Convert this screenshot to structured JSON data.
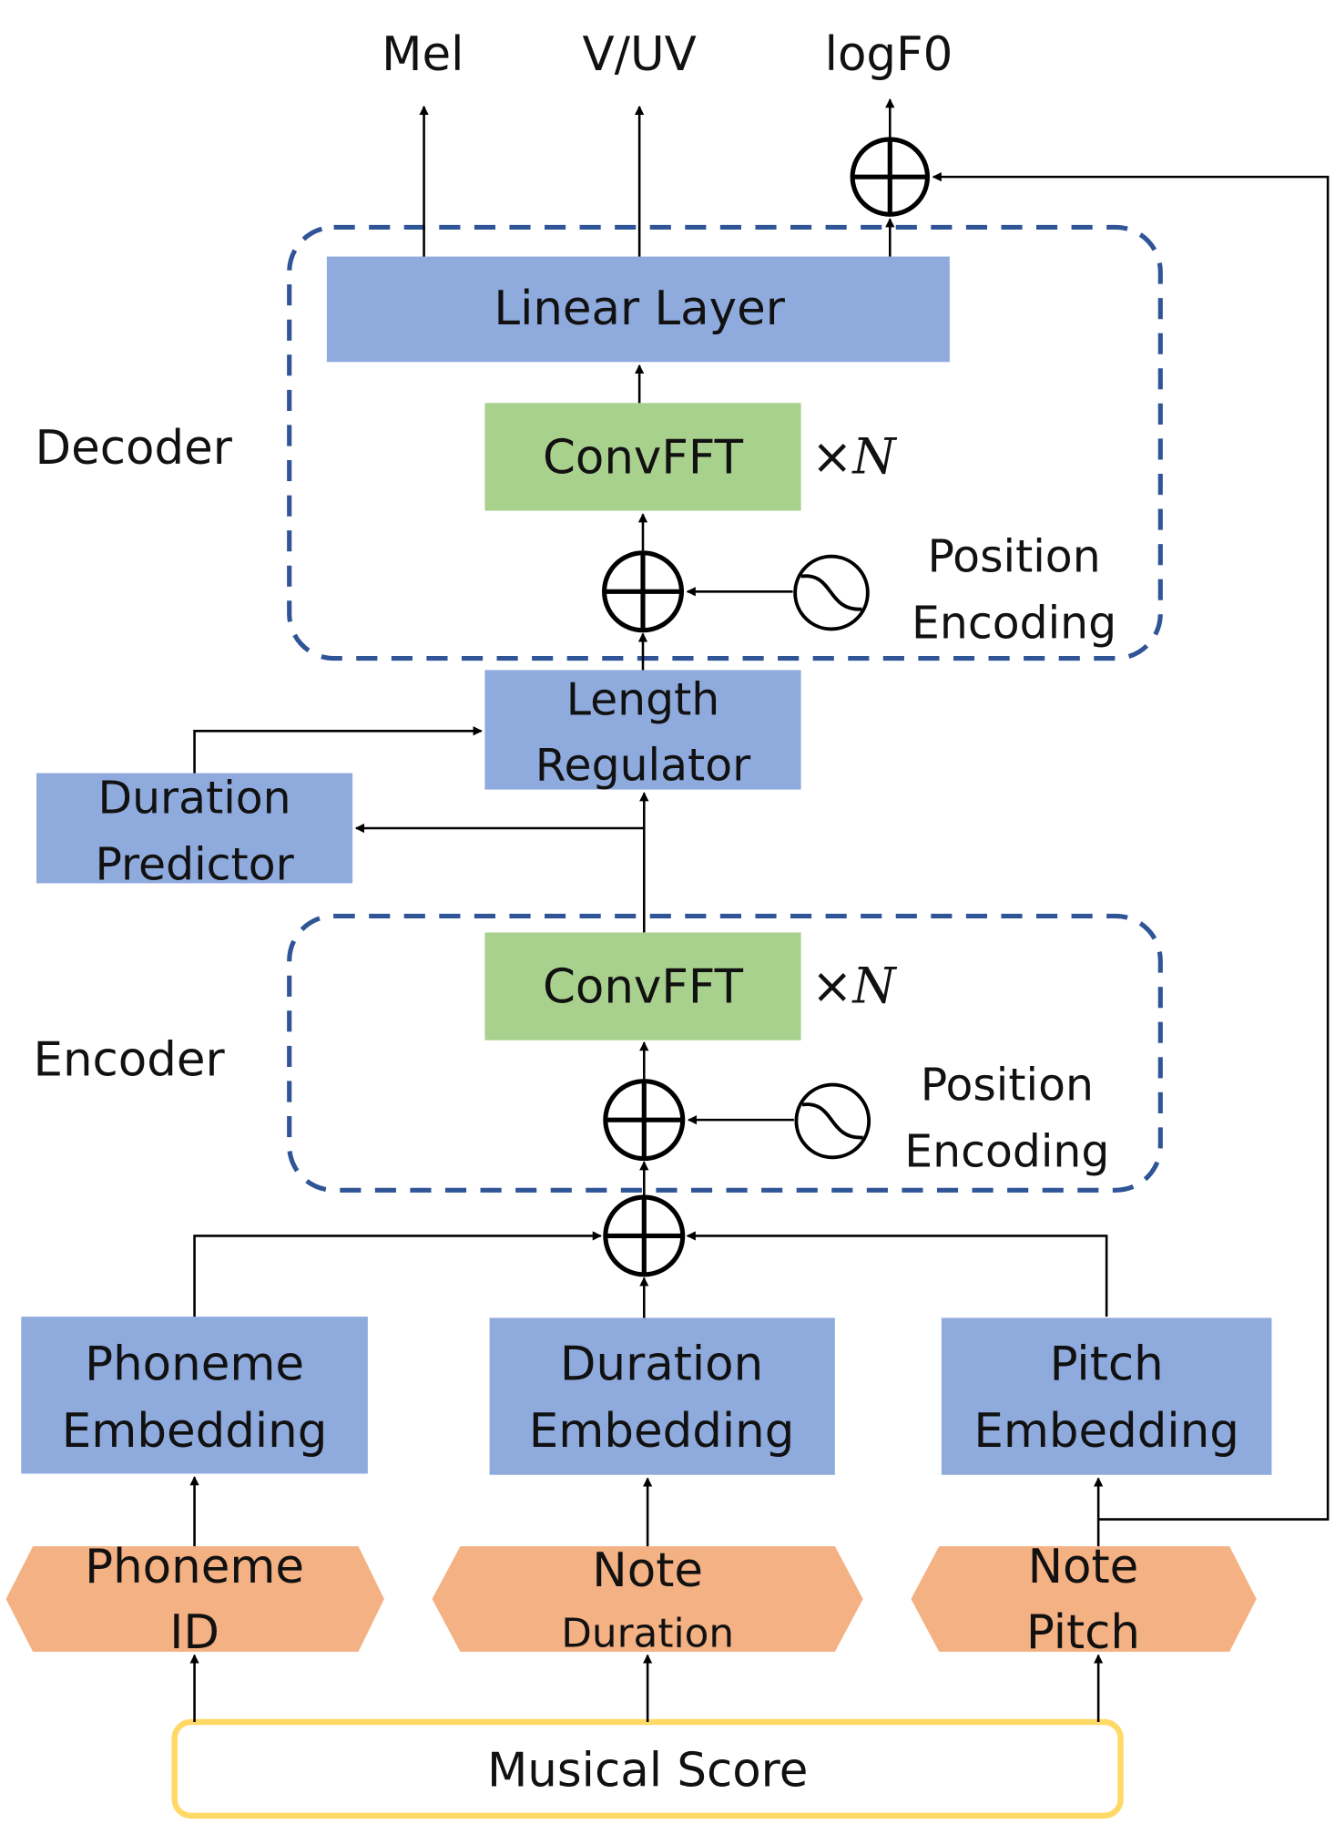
{
  "colors": {
    "blue_block": "#8faadc",
    "green_block": "#a9d18e",
    "orange_input": "#f4b183",
    "score_border": "#ffd966",
    "dashed_group": "#2f5597",
    "arrow": "#000000"
  },
  "outputs": {
    "mel": "Mel",
    "vuv": "V/UV",
    "logf0": "logF0"
  },
  "decoder": {
    "label": "Decoder",
    "linear_layer": "Linear Layer",
    "convfft": "ConvFFT",
    "repeat_symbol": "×",
    "repeat_var": "N",
    "position_encoding_line1": "Position",
    "position_encoding_line2": "Encoding"
  },
  "length_regulator": {
    "line1": "Length",
    "line2": "Regulator"
  },
  "duration_predictor": {
    "line1": "Duration",
    "line2": "Predictor"
  },
  "encoder": {
    "label": "Encoder",
    "convfft": "ConvFFT",
    "repeat_symbol": "×",
    "repeat_var": "N",
    "position_encoding_line1": "Position",
    "position_encoding_line2": "Encoding"
  },
  "embeddings": {
    "phoneme": {
      "line1": "Phoneme",
      "line2": "Embedding"
    },
    "duration": {
      "line1": "Duration",
      "line2": "Embedding"
    },
    "pitch": {
      "line1": "Pitch",
      "line2": "Embedding"
    }
  },
  "inputs": {
    "phoneme_id": {
      "line1": "Phoneme",
      "line2": "ID"
    },
    "note_duration": {
      "line1": "Note",
      "line2": "Duration"
    },
    "note_pitch": {
      "line1": "Note",
      "line2": "Pitch"
    }
  },
  "musical_score": "Musical Score",
  "icons": {
    "sum": "circled-plus",
    "position_encoding": "sinusoid"
  }
}
